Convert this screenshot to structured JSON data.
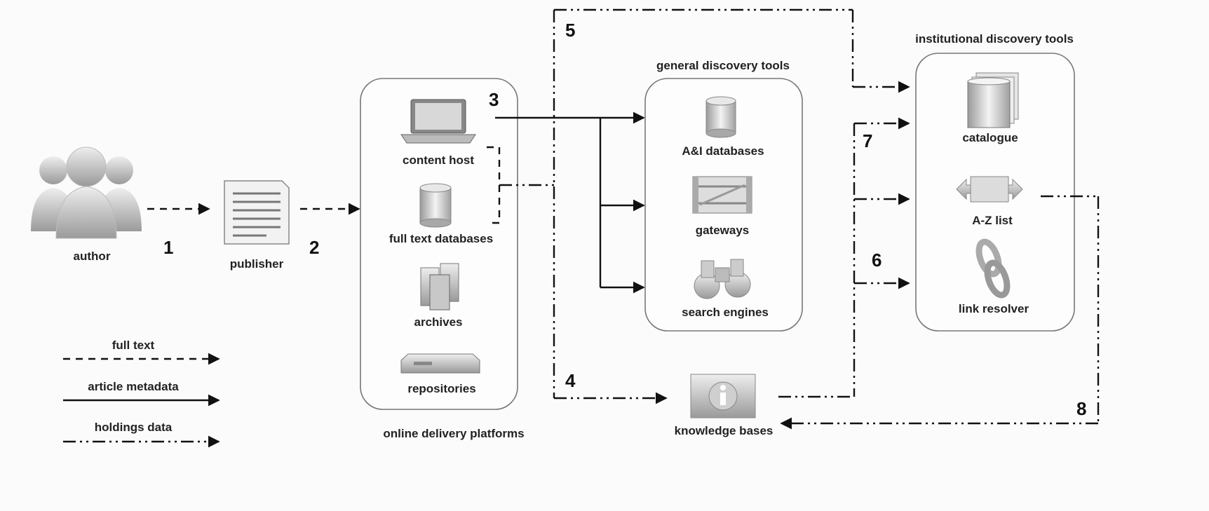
{
  "actors": {
    "author": "author",
    "publisher": "publisher"
  },
  "online_delivery": {
    "caption": "online delivery platforms",
    "items": [
      "content host",
      "full text databases",
      "archives",
      "repositories"
    ]
  },
  "general_discovery": {
    "caption": "general discovery tools",
    "items": [
      "A&I databases",
      "gateways",
      "search engines"
    ]
  },
  "institutional_discovery": {
    "caption": "institutional discovery tools",
    "items": [
      "catalogue",
      "A-Z list",
      "link resolver"
    ]
  },
  "knowledge_bases": "knowledge bases",
  "steps": [
    "1",
    "2",
    "3",
    "4",
    "5",
    "6",
    "7",
    "8"
  ],
  "legend": {
    "full_text": "full text",
    "article_metadata": "article metadata",
    "holdings_data": "holdings data"
  }
}
